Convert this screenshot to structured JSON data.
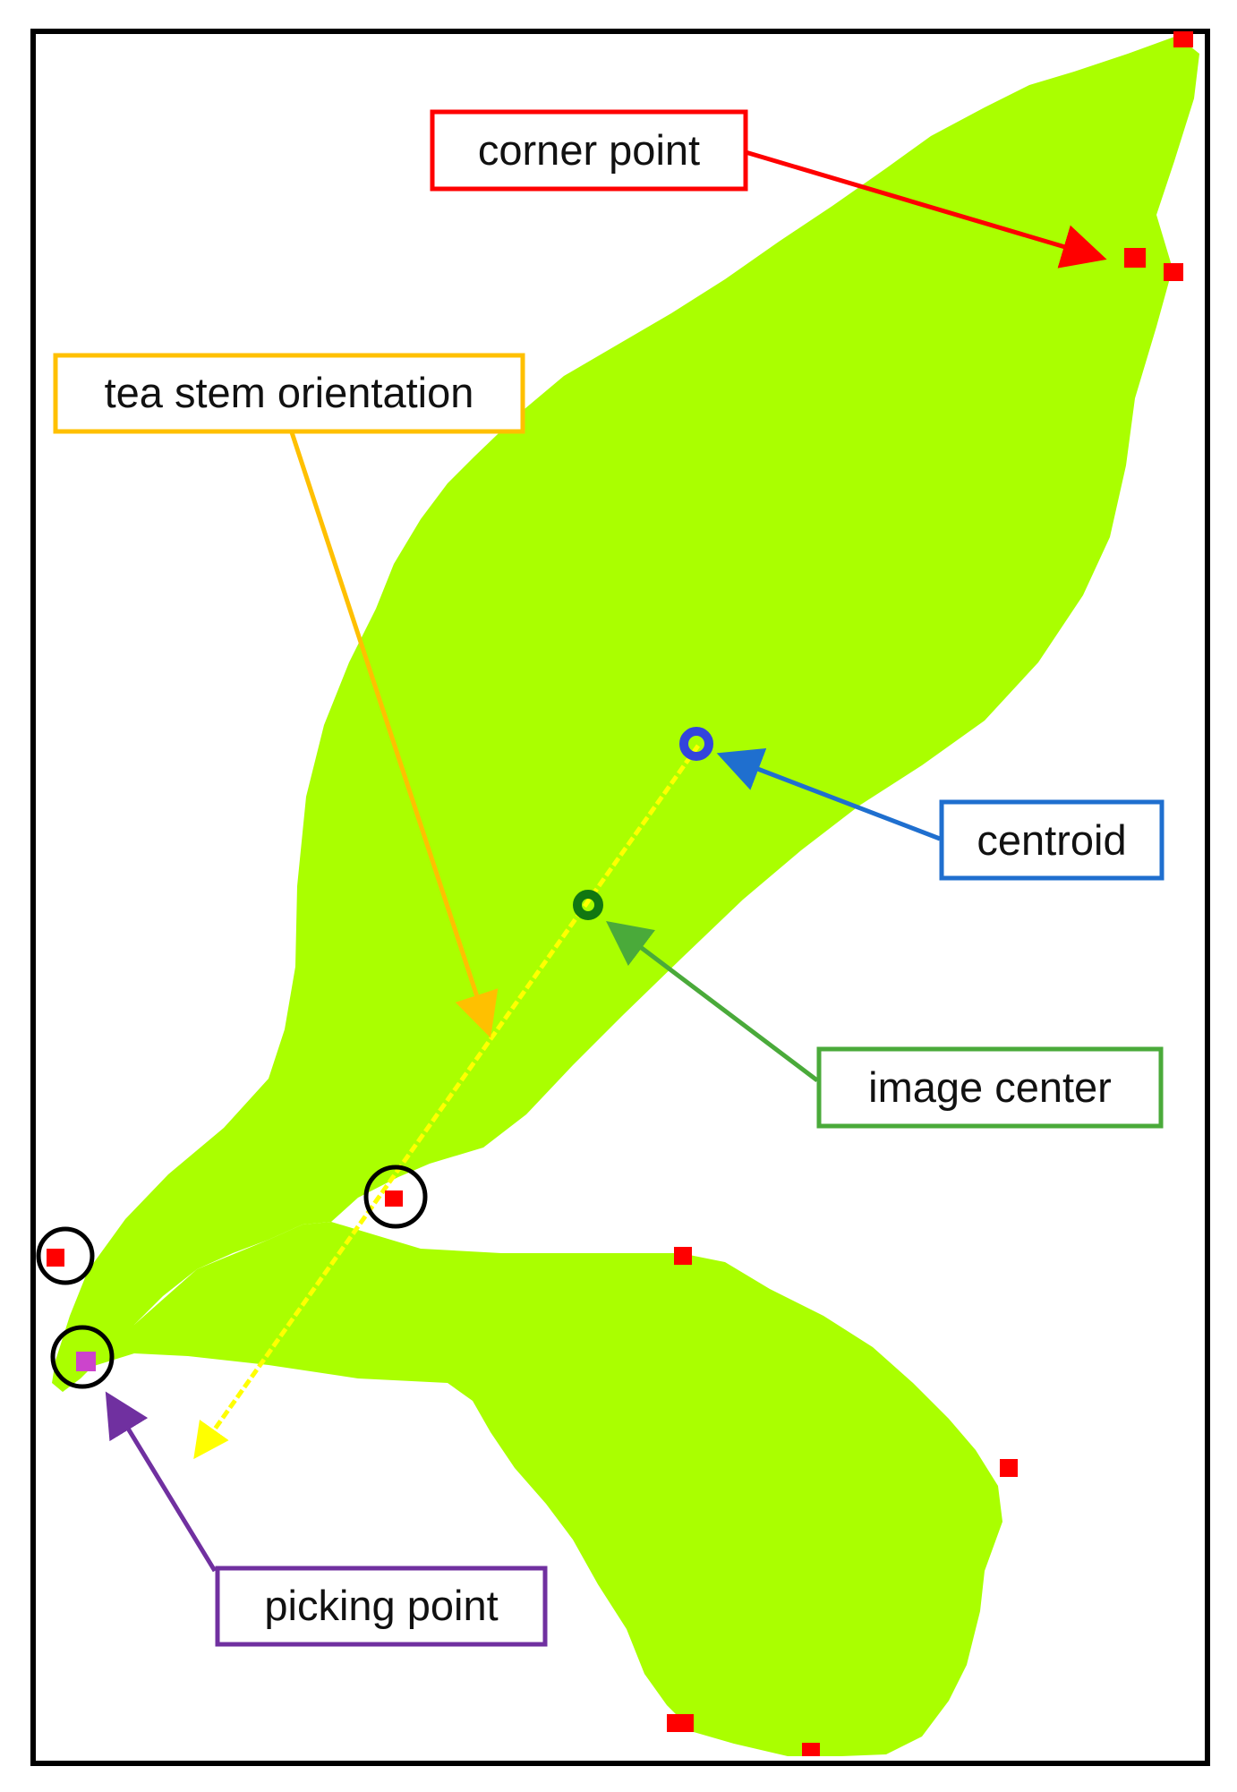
{
  "labels": {
    "corner_point": "corner point",
    "tea_stem_orientation": "tea stem orientation",
    "centroid": "centroid",
    "image_center": "image center",
    "picking_point": "picking point"
  },
  "colors": {
    "leaf": "#aaff00",
    "corner_point": "#ff0000",
    "tea_stem_orientation_box": "#ffc000",
    "tea_stem_orientation_line": "#ffff00",
    "centroid": "#1f6fcf",
    "centroid_marker": "#3344dd",
    "image_center": "#4aaa3a",
    "image_center_marker": "#117711",
    "picking_point": "#7030a0",
    "picking_point_marker": "#cc44cc",
    "frame": "#000000"
  }
}
